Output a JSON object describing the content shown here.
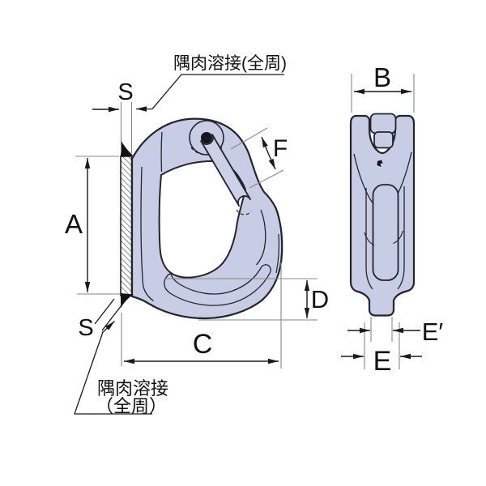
{
  "figure": {
    "kind": "technical-drawing",
    "subject": "weld-on hook, front view and side view with dimension callouts"
  },
  "colors": {
    "background": "#ffffff",
    "body_fill": "#c8cce4",
    "outline": "#23242c",
    "dimension_line": "#1a1a1a",
    "extension_line": "#888888",
    "weld_fill": "#111111",
    "pin_fill": "#16161c"
  },
  "labels": {
    "s_top": "S",
    "a": "A",
    "f": "F",
    "c": "C",
    "d": "D",
    "s_bottom": "S",
    "b": "B",
    "e": "E",
    "e_prime": "E′"
  },
  "notes": {
    "top_weld": "隅肉溶接(全周)",
    "bottom_weld_line1": "隅肉溶接",
    "bottom_weld_line2": "（全周）"
  }
}
